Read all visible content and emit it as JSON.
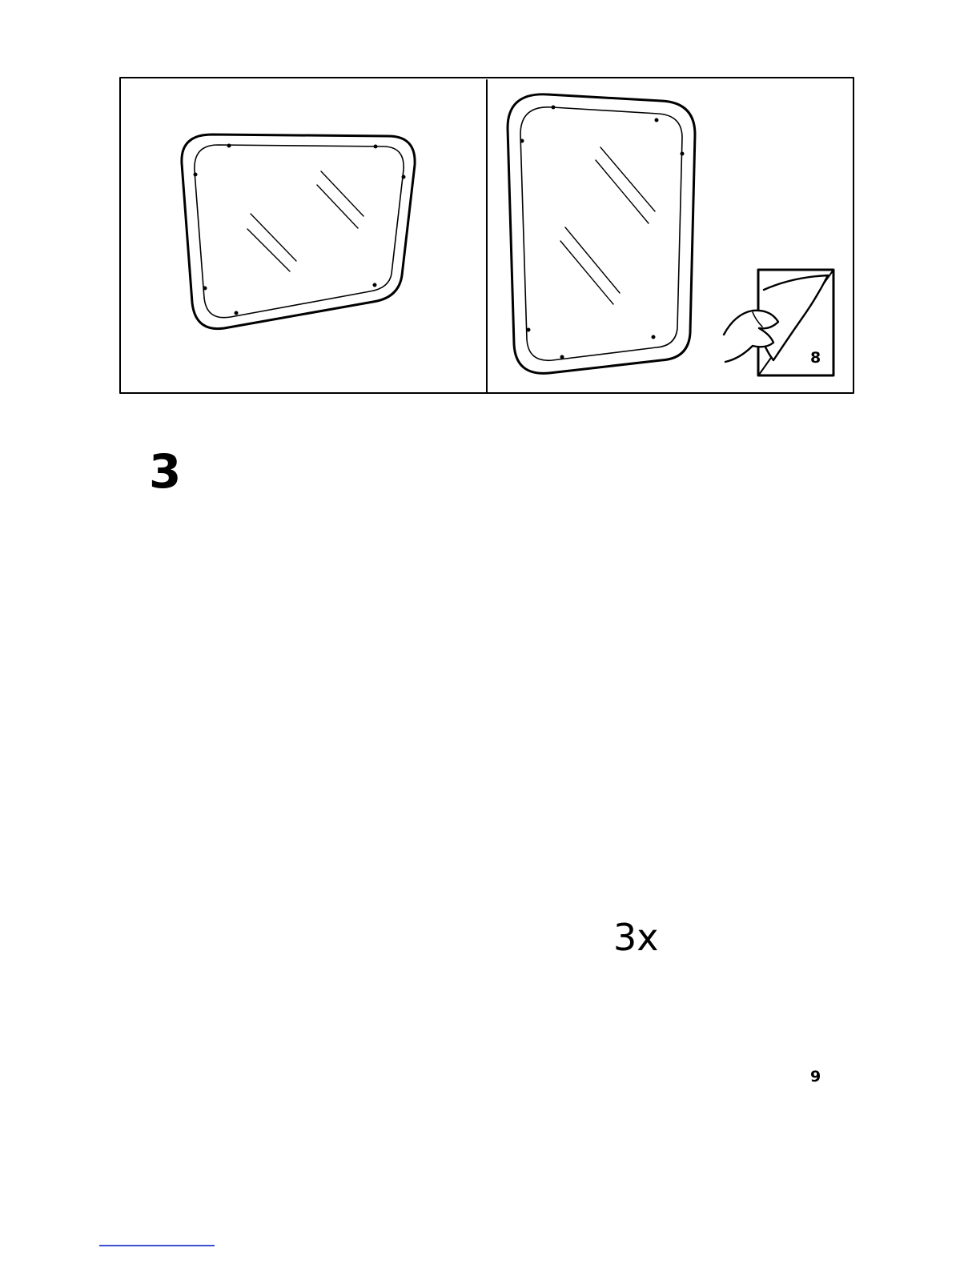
{
  "step": {
    "number": "3",
    "count": "3x"
  },
  "page_refs": {
    "first": "8",
    "second": "9"
  },
  "colors": {
    "ink": "#000000",
    "paper": "#ffffff",
    "footer_link": "#3b4fd1"
  },
  "icons": [
    "down-arrow-icon",
    "hand-page-turn-icon",
    "screwdriver-icon",
    "rotate-clockwise-icon"
  ]
}
